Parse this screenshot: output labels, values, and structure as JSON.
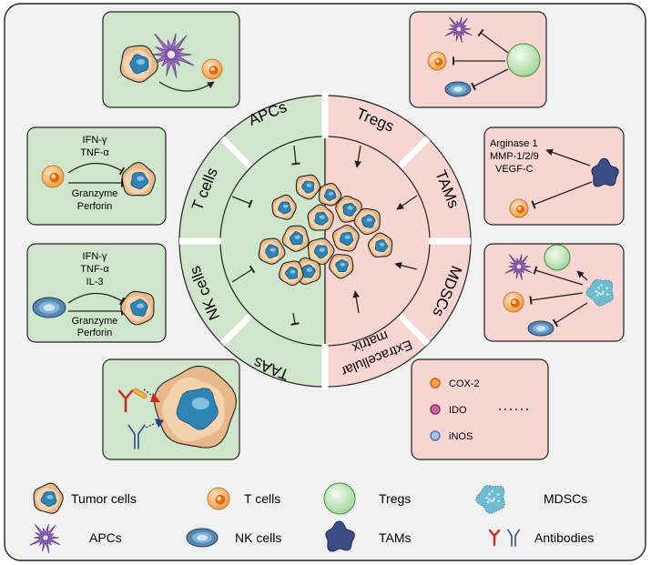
{
  "ring": {
    "left": [
      "APCs",
      "T cells",
      "NK cells",
      "TAAs"
    ],
    "right": [
      "Tregs",
      "TAMs",
      "MDSCs",
      "Extracellular matrix"
    ],
    "ecm_line1": "Extracellular",
    "ecm_line2": "matrix"
  },
  "boxes": {
    "tcell": {
      "top": [
        "IFN-γ",
        "TNF-α"
      ],
      "bottom": [
        "Granzyme",
        "Perforin"
      ]
    },
    "nkcell": {
      "top": [
        "IFN-γ",
        "TNF-α",
        "IL-3"
      ],
      "bottom": [
        "Granzyme",
        "Perforin"
      ]
    },
    "tam": {
      "factors": [
        "Arginase 1",
        "MMP-1/2/9",
        "VEGF-C"
      ]
    },
    "enzymes": {
      "items": [
        "COX-2",
        "IDO",
        "iNOS"
      ]
    }
  },
  "legend": {
    "tumor": "Tumor cells",
    "tcells": "T cells",
    "tregs": "Tregs",
    "mdscs": "MDSCs",
    "apcs": "APCs",
    "nkcells": "NK cells",
    "tams": "TAMs",
    "antibodies": "Antibodies"
  },
  "colors": {
    "green_fill": "#cfe6cb",
    "pink_fill": "#f7d6d1",
    "panel_fill": "#f1f1f1",
    "tumor_outer": "#e7b98a",
    "tumor_nucleus": "#2e84b5",
    "tcell": "#f2a24a",
    "treg": "#bfe3b5",
    "mdsc": "#6fbcd0",
    "apc": "#a07ac0",
    "nk": "#5a87b0",
    "tam": "#3b4d86"
  }
}
